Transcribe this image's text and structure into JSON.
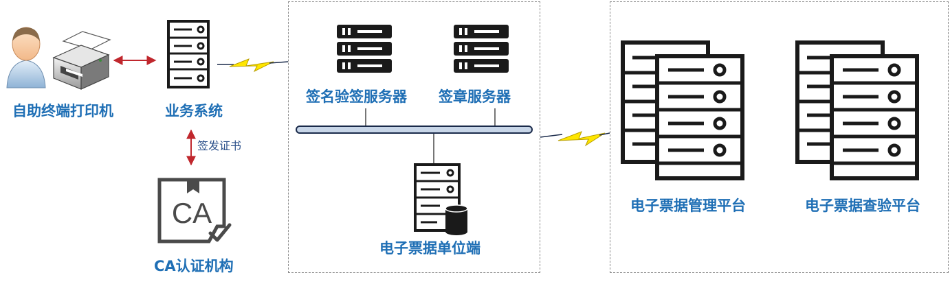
{
  "nodes": {
    "kiosk": "自助终端打印机",
    "business_system": "业务系统",
    "ca_authority": "CA认证机构",
    "sign_verify_server": "签名验签服务器",
    "seal_server": "签章服务器",
    "unit_terminal": "电子票据单位端",
    "management_platform": "电子票据管理平台",
    "verify_platform": "电子票据查验平台"
  },
  "edges": {
    "issue_certificate": "签发证书"
  },
  "icons": {
    "ca_text": "CA"
  },
  "colors": {
    "label_blue": "#1f6fb5",
    "arrow_red": "#c0272d",
    "lightning_yellow": "#ffe600",
    "bus_fill": "#c8d6e8",
    "bus_stroke": "#1a2a4a",
    "server_black": "#1a1a1a"
  }
}
